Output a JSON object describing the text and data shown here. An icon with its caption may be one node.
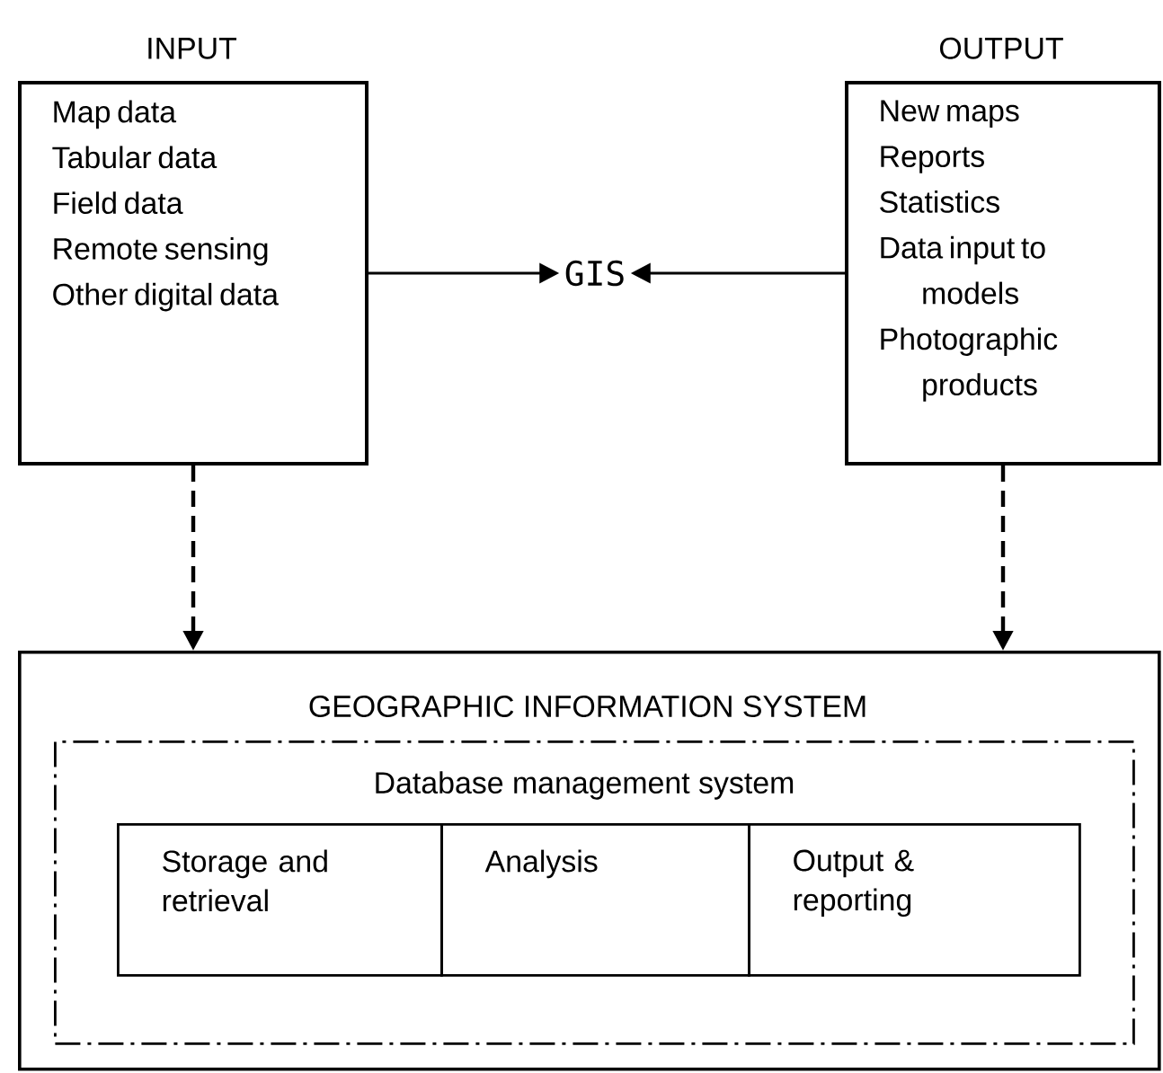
{
  "diagram": {
    "nodes": [
      {
        "text": [
          "INPUT",
          "Map data",
          "Tabular data",
          "Field data",
          "Remote sensing",
          "Other digital data"
        ]
      },
      {
        "text": [
          "GIS"
        ]
      },
      {
        "text": [
          "OUTPUT",
          "New maps",
          "Reports",
          "Statistics",
          "Data input to models",
          "Photographic products"
        ]
      },
      {
        "text": [
          "GEOGRAPHIC INFORMATION SYSTEM"
        ]
      },
      {
        "text": [
          "Database management system"
        ],
        "in": 3
      },
      {
        "text": [
          "Storage and retrieval"
        ],
        "in": 4
      },
      {
        "text": [
          "Analysis"
        ],
        "in": 4
      },
      {
        "text": [
          "Output & reporting"
        ],
        "in": 4
      }
    ],
    "edges": [
      {
        "from": 0,
        "to": 1,
        "arrow": "to"
      },
      {
        "from": 2,
        "to": 1,
        "arrow": "to"
      },
      {
        "from": 0,
        "to": 3,
        "arrow": "to",
        "style": "dashed"
      },
      {
        "from": 2,
        "to": 3,
        "arrow": "to",
        "style": "dashed"
      }
    ]
  }
}
